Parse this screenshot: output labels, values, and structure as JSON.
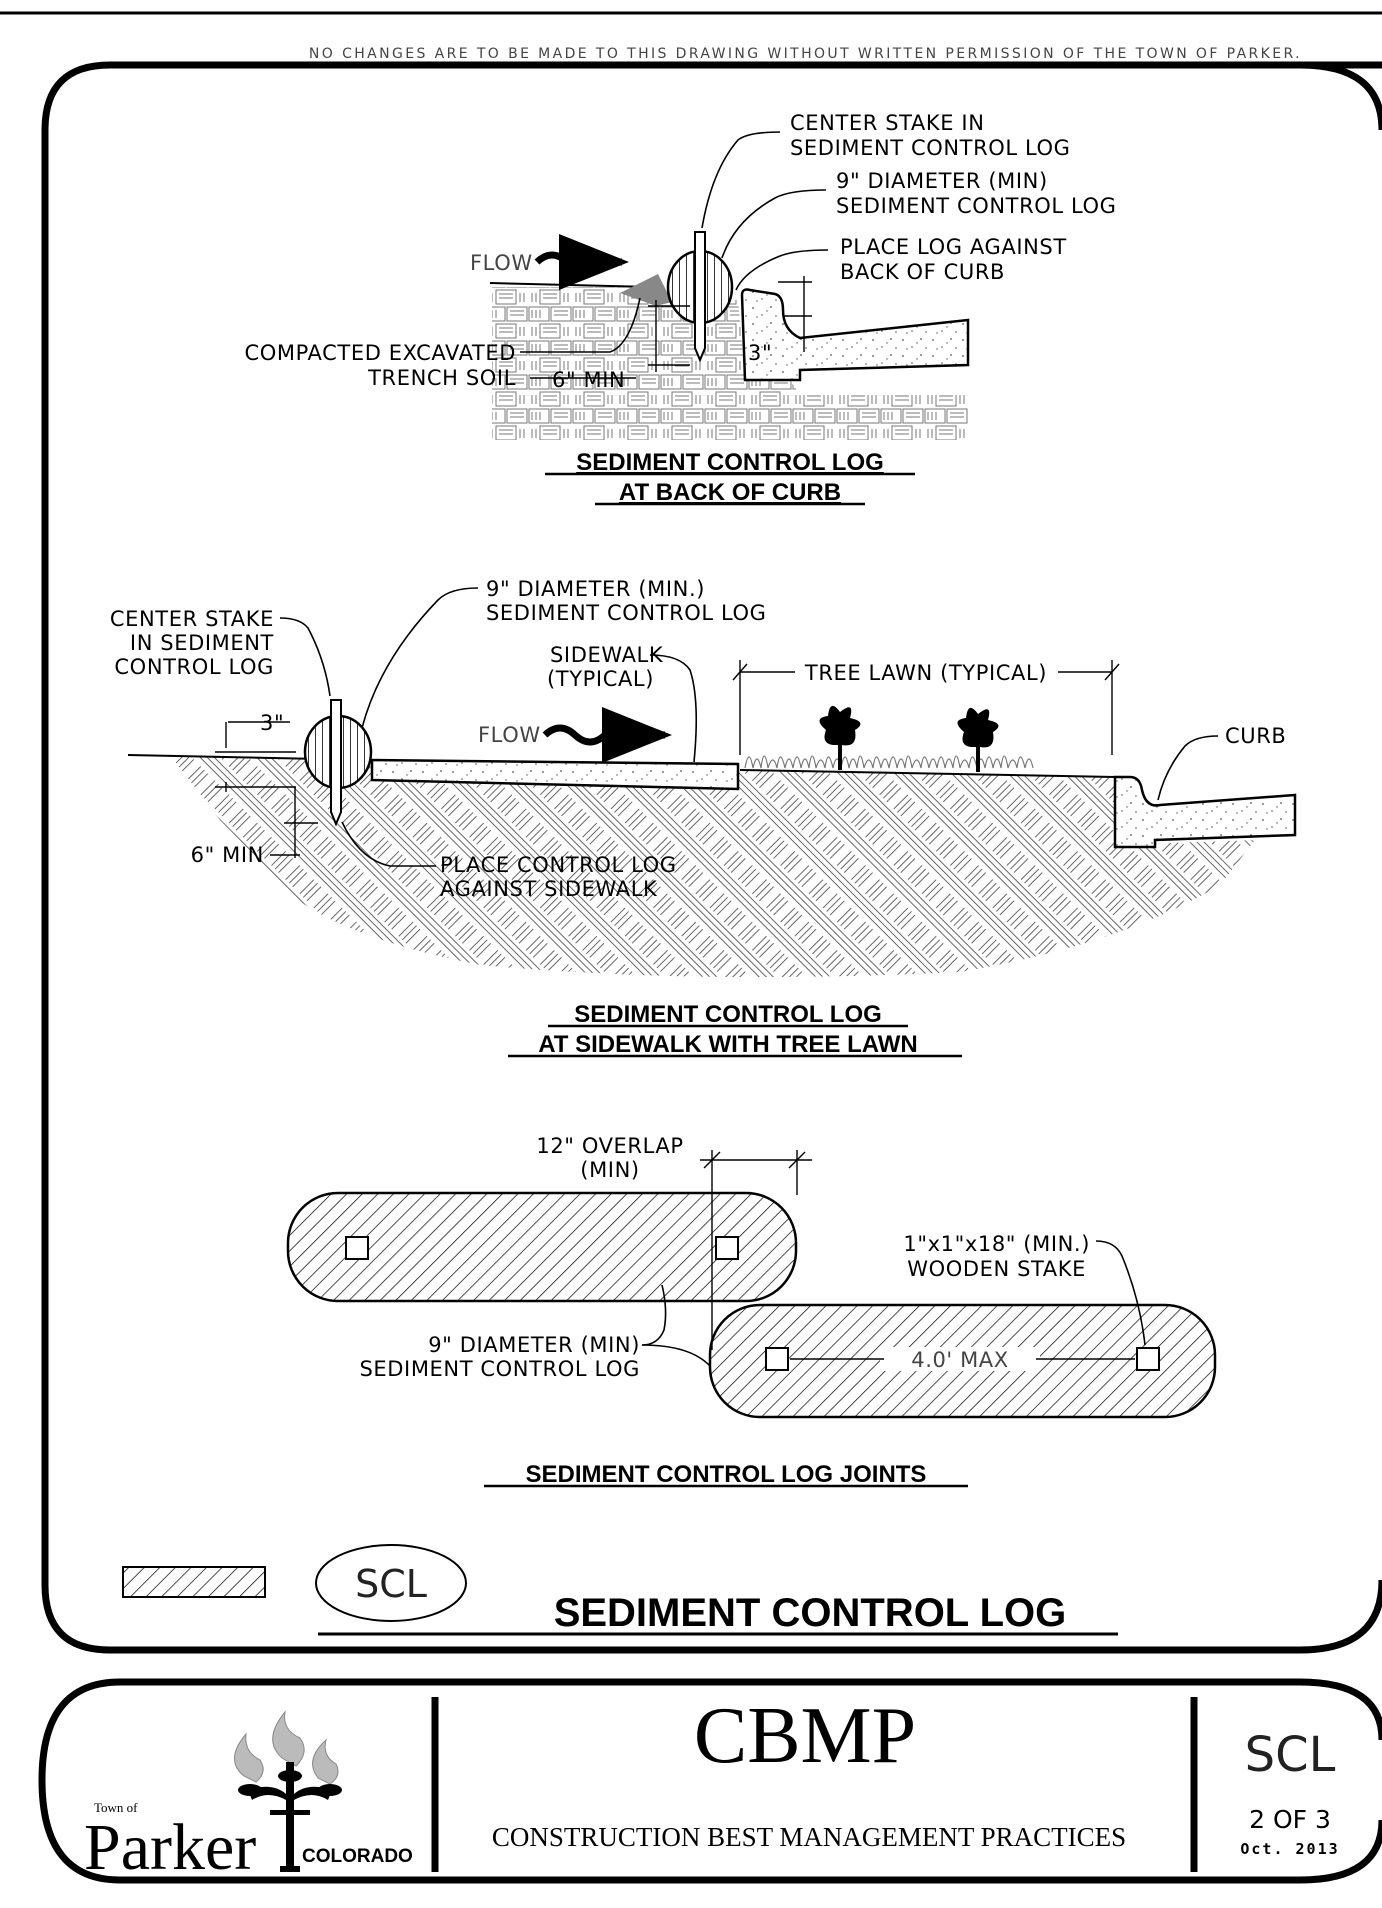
{
  "notice": "NO CHANGES ARE TO BE MADE TO THIS DRAWING WITHOUT WRITTEN PERMISSION OF THE TOWN OF PARKER.",
  "detail1": {
    "title_line1": "SEDIMENT CONTROL LOG",
    "title_line2": "AT BACK OF CURB",
    "flow": "FLOW",
    "center_stake_1": "CENTER STAKE IN",
    "center_stake_2": "SEDIMENT CONTROL LOG",
    "diameter_1": "9\" DIAMETER (MIN)",
    "diameter_2": "SEDIMENT CONTROL LOG",
    "place_log_1": "PLACE LOG AGAINST",
    "place_log_2": "BACK OF CURB",
    "compacted_1": "COMPACTED EXCAVATED",
    "compacted_2": "TRENCH SOIL",
    "depth": "6\" MIN",
    "curb_dim": "3\""
  },
  "detail2": {
    "title_line1": "SEDIMENT CONTROL LOG",
    "title_line2": "AT SIDEWALK WITH TREE LAWN",
    "center_stake_1": "CENTER STAKE",
    "center_stake_2": "IN SEDIMENT",
    "center_stake_3": "CONTROL LOG",
    "diameter_1": "9\" DIAMETER (MIN.)",
    "diameter_2": "SEDIMENT CONTROL LOG",
    "sidewalk_1": "SIDEWALK",
    "sidewalk_2": "(TYPICAL)",
    "tree_lawn": "TREE LAWN (TYPICAL)",
    "curb": "CURB",
    "flow": "FLOW",
    "dim_top": "3\"",
    "depth": "6\" MIN",
    "place_1": "PLACE CONTROL LOG",
    "place_2": "AGAINST SIDEWALK"
  },
  "detail3": {
    "title": "SEDIMENT CONTROL LOG JOINTS",
    "overlap_1": "12\" OVERLAP",
    "overlap_2": "(MIN)",
    "stake_1": "1\"x1\"x18\" (MIN.)",
    "stake_2": "WOODEN STAKE",
    "diameter_1": "9\" DIAMETER (MIN)",
    "diameter_2": "SEDIMENT CONTROL LOG",
    "spacing": "4.0' MAX"
  },
  "legend": {
    "symbol": "SCL",
    "title": "SEDIMENT CONTROL LOG"
  },
  "title_block": {
    "logo_town_of": "Town of",
    "logo_parker": "Parker",
    "logo_colorado": "COLORADO",
    "main_title": "CBMP",
    "subtitle": "CONSTRUCTION BEST MANAGEMENT PRACTICES",
    "code": "SCL",
    "sheet": "2 OF 3",
    "date": "Oct. 2013"
  },
  "colors": {
    "ink": "#000000",
    "paper": "#ffffff",
    "soil_fill": "#888888"
  }
}
